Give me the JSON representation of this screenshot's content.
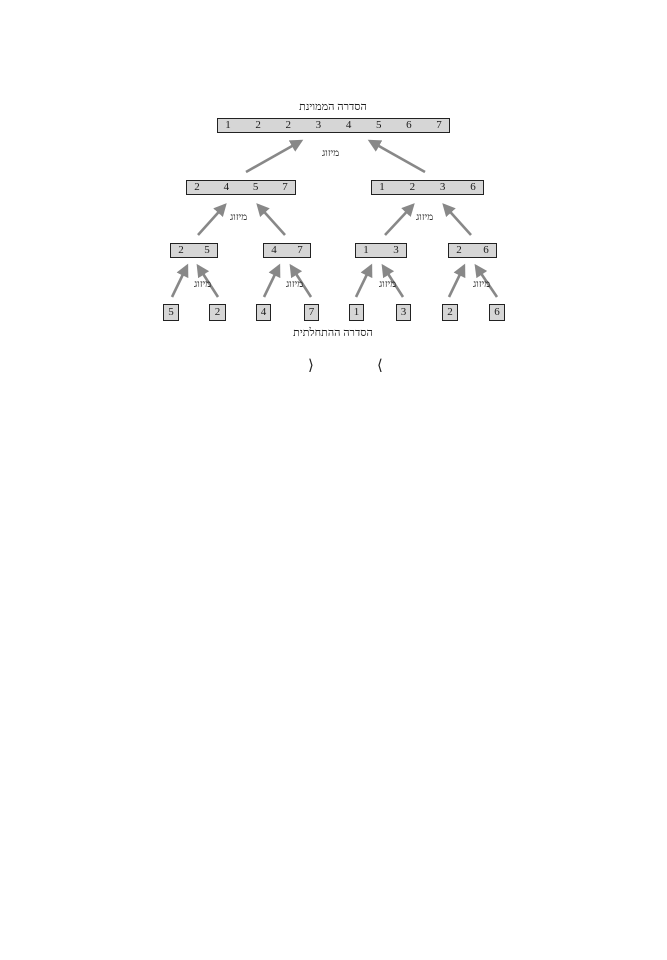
{
  "captions": {
    "sorted": "הסדרה הממוינת",
    "initial": "הסדרה ההתחלתית"
  },
  "merge_label": "מיזוג",
  "parens": {
    "left": "⟨",
    "right": "⟩"
  },
  "levels": [
    [
      {
        "values": [
          "1",
          "2",
          "2",
          "3",
          "4",
          "5",
          "6",
          "7"
        ]
      }
    ],
    [
      {
        "values": [
          "2",
          "4",
          "5",
          "7"
        ]
      },
      {
        "values": [
          "1",
          "2",
          "3",
          "6"
        ]
      }
    ],
    [
      {
        "values": [
          "2",
          "5"
        ]
      },
      {
        "values": [
          "4",
          "7"
        ]
      },
      {
        "values": [
          "1",
          "3"
        ]
      },
      {
        "values": [
          "2",
          "6"
        ]
      }
    ],
    [
      {
        "values": [
          "5"
        ]
      },
      {
        "values": [
          "2"
        ]
      },
      {
        "values": [
          "4"
        ]
      },
      {
        "values": [
          "7"
        ]
      },
      {
        "values": [
          "1"
        ]
      },
      {
        "values": [
          "3"
        ]
      },
      {
        "values": [
          "2"
        ]
      },
      {
        "values": [
          "6"
        ]
      }
    ]
  ],
  "colors": {
    "box_fill": "#d6d6d6",
    "box_border": "#222222",
    "arrow": "#888888"
  }
}
